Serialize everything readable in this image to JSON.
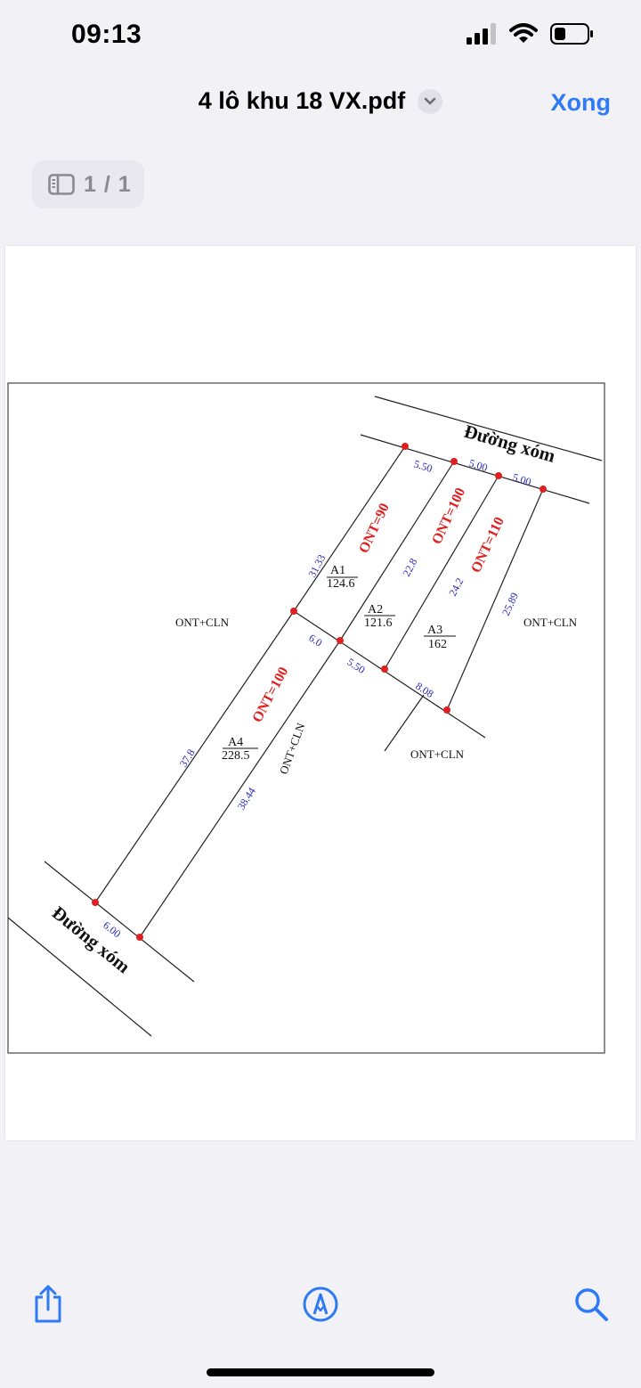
{
  "status_bar": {
    "time": "09:13"
  },
  "nav": {
    "title": "4 lô khu 18 VX.pdf",
    "done_label": "Xong"
  },
  "page_indicator": {
    "text": "1 / 1"
  },
  "drawing": {
    "road_top": "Đường xóm",
    "road_bottom": "Đường xóm",
    "ont_cln_left": "ONT+CLN",
    "ont_cln_right": "ONT+CLN",
    "ont_cln_bottom": "ONT+CLN",
    "ont_cln_vertical": "ONT+CLN",
    "lots": [
      {
        "id": "A1",
        "area": "124.6",
        "price": "ONT=90"
      },
      {
        "id": "A2",
        "area": "121.6",
        "price": "ONT=100"
      },
      {
        "id": "A3",
        "area": "162",
        "price": "ONT=110"
      },
      {
        "id": "A4",
        "area": "228.5",
        "price": "ONT=100"
      }
    ],
    "dimensions": {
      "top_a1": "5.50",
      "top_a2": "5.00",
      "top_a3": "5.00",
      "a1_left": "31.33",
      "a2_left": "22.8",
      "a3_left": "24.2",
      "a3_right": "25.89",
      "mid_a1": "6.0",
      "mid_a2": "5.50",
      "mid_a3": "8.08",
      "a4_left": "37.8",
      "a4_right": "38.44",
      "a4_bottom": "6.00"
    },
    "colors": {
      "dimension": "#2a2ab8",
      "price": "#e02020",
      "point": "#e02020"
    }
  },
  "toolbar": {
    "share_icon": "share-icon",
    "markup_icon": "markup-icon",
    "search_icon": "search-icon"
  }
}
